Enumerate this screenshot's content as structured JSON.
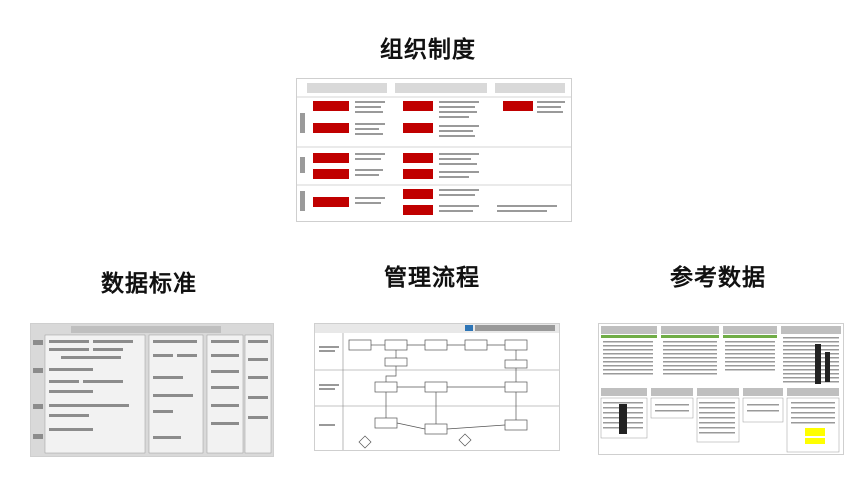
{
  "sections": {
    "org": {
      "title": "组织制度",
      "thumb_icon": "org-chart-thumbnail"
    },
    "data_std": {
      "title": "数据标准",
      "thumb_icon": "data-standard-table-thumbnail"
    },
    "process": {
      "title": "管理流程",
      "thumb_icon": "process-flowchart-thumbnail"
    },
    "reference": {
      "title": "参考数据",
      "thumb_icon": "reference-data-tables-thumbnail"
    }
  },
  "colors": {
    "accent_red": "#c00000",
    "gray_header": "#bfbfbf",
    "green_header": "#70ad47",
    "yellow_cell": "#ffff00"
  }
}
